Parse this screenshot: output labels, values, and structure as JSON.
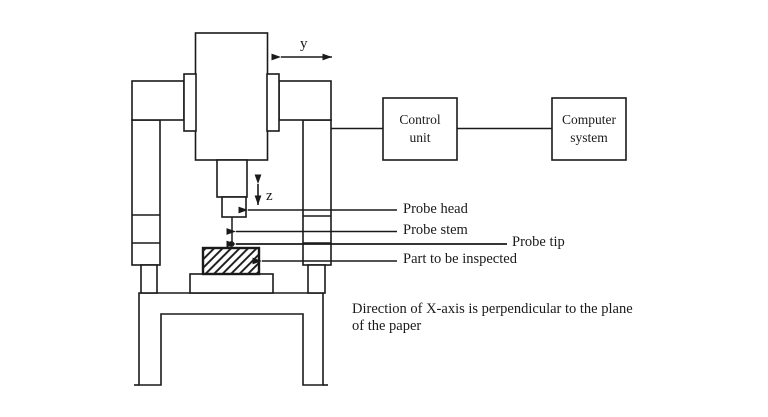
{
  "diagram": {
    "axes": {
      "y_label": "y",
      "z_label": "z"
    },
    "machine_labels": {
      "probe_head": "Probe head",
      "probe_stem": "Probe stem",
      "probe_tip": "Probe tip",
      "part": "Part to be inspected"
    },
    "boxes": {
      "control_unit": {
        "line1": "Control",
        "line2": "unit"
      },
      "computer_system": {
        "line1": "Computer",
        "line2": "system"
      }
    },
    "note": {
      "line1": "Direction of X-axis is perpendicular to the plane",
      "line2": "of the paper"
    },
    "colors": {
      "line": "#1a1a1a",
      "background": "#ffffff"
    }
  }
}
